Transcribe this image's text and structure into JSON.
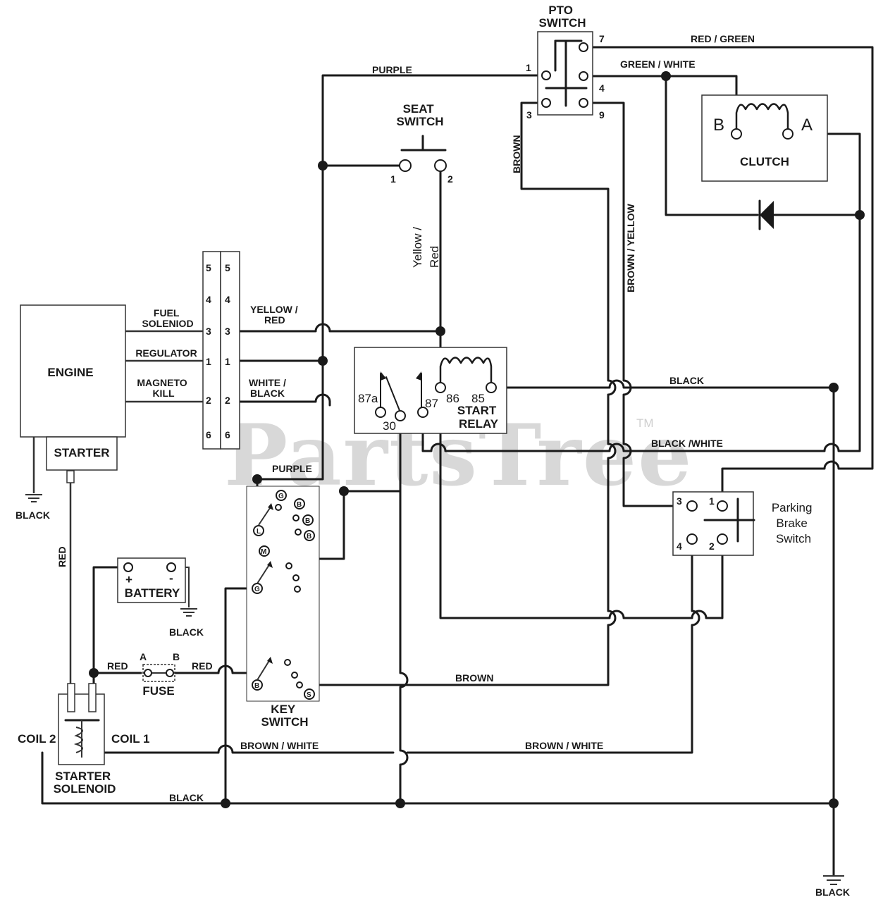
{
  "watermark": "PartsTree",
  "watermark_tm": "TM",
  "components": {
    "pto_switch": "PTO\nSWITCH",
    "seat_switch": "SEAT\nSWITCH",
    "clutch": "CLUTCH",
    "clutch_b": "B",
    "clutch_a": "A",
    "engine": "ENGINE",
    "starter": "STARTER",
    "start_relay": "START\nRELAY",
    "battery": "BATTERY",
    "battery_plus": "+",
    "battery_minus": "-",
    "fuse": "FUSE",
    "fuse_a": "A",
    "fuse_b": "B",
    "key_switch": "KEY\nSWITCH",
    "starter_solenoid": "STARTER\nSOLENOID",
    "coil1": "COIL 1",
    "coil2": "COIL 2",
    "parking_brake_switch": "Parking\nBrake\nSwitch"
  },
  "engine_connections": {
    "fuel_solenoid": "FUEL\nSOLENIOD",
    "regulator": "REGULATOR",
    "magneto_kill": "MAGNETO\nKILL"
  },
  "connector_pins": {
    "left": [
      "5",
      "4",
      "3",
      "1",
      "2",
      "6"
    ],
    "right": [
      "5",
      "4",
      "3",
      "1",
      "2",
      "6"
    ]
  },
  "pto_pins": {
    "p1": "1",
    "p3": "3",
    "p4": "4",
    "p7": "7",
    "p9": "9"
  },
  "seat_pins": {
    "p1": "1",
    "p2": "2"
  },
  "relay_pins": {
    "p87a": "87a",
    "p30": "30",
    "p87": "87",
    "p86": "86",
    "p85": "85"
  },
  "brake_pins": {
    "p1": "1",
    "p2": "2",
    "p3": "3",
    "p4": "4"
  },
  "key_terminals": [
    "G",
    "B",
    "B",
    "L",
    "B",
    "M",
    "G",
    "B",
    "S"
  ],
  "wires": {
    "purple_top": "PURPLE",
    "purple_key": "PURPLE",
    "red_green": "RED / GREEN",
    "green_white": "GREEN / WHITE",
    "brown_pto": "BROWN",
    "brown_yellow": "BROWN / YELLOW",
    "yellow_red_vertical": "Yellow /\nRed",
    "yellow_red_connector": "YELLOW /\nRED",
    "white_black": "WHITE /\nBLACK",
    "black_relay": "BLACK",
    "black_white": "BLACK /WHITE",
    "black_engine": "BLACK",
    "black_battery": "BLACK",
    "black_bottom": "BLACK",
    "black_ground": "BLACK",
    "red_starter": "RED",
    "red_fuse_left": "RED",
    "red_fuse_right": "RED",
    "brown_key": "BROWN",
    "brown_white_left": "BROWN / WHITE",
    "brown_white_right": "BROWN / WHITE"
  }
}
